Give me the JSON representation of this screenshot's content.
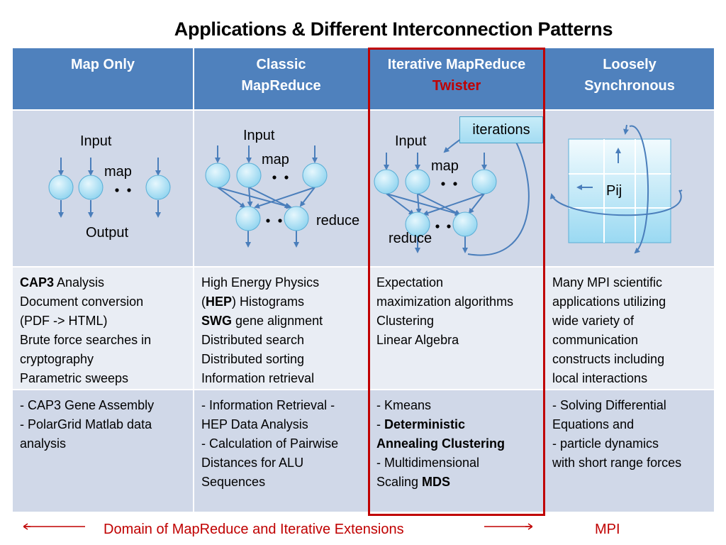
{
  "title": "Applications & Different Interconnection Patterns",
  "columns": [
    {
      "header_line1": "Map Only",
      "header_line2": "",
      "header_red": ""
    },
    {
      "header_line1": "Classic",
      "header_line2": "MapReduce",
      "header_red": ""
    },
    {
      "header_line1": "Iterative MapReduce",
      "header_line2": "",
      "header_red": "Twister"
    },
    {
      "header_line1": "Loosely",
      "header_line2": "Synchronous",
      "header_red": ""
    }
  ],
  "diagrams": {
    "map_only": {
      "input": "Input",
      "map": "map",
      "output": "Output"
    },
    "classic": {
      "input": "Input",
      "map": "map",
      "reduce": "reduce"
    },
    "iterative": {
      "input": "Input",
      "map": "map",
      "reduce": "reduce",
      "iterations": "iterations"
    },
    "loosely": {
      "pij": "Pij"
    }
  },
  "applications": [
    [
      {
        "bold": "CAP3",
        "rest": " Analysis"
      },
      {
        "bold": "",
        "rest": "Document conversion"
      },
      {
        "bold": "",
        "rest": "(PDF -> HTML)"
      },
      {
        "bold": "",
        "rest": "Brute force searches in"
      },
      {
        "bold": "",
        "rest": "cryptography"
      },
      {
        "bold": "",
        "rest": "Parametric sweeps"
      }
    ],
    [
      {
        "bold": "",
        "rest": "High Energy Physics"
      },
      {
        "pre": "(",
        "bold": "HEP",
        "rest": ") Histograms"
      },
      {
        "bold": "SWG",
        "rest": " gene alignment"
      },
      {
        "bold": "",
        "rest": "Distributed search"
      },
      {
        "bold": "",
        "rest": "Distributed sorting"
      },
      {
        "bold": "",
        "rest": "Information retrieval"
      }
    ],
    [
      {
        "bold": "",
        "rest": "Expectation"
      },
      {
        "bold": "",
        "rest": "maximization algorithms"
      },
      {
        "bold": "",
        "rest": "Clustering"
      },
      {
        "bold": "",
        "rest": "Linear Algebra"
      }
    ],
    [
      {
        "bold": "",
        "rest": "Many MPI scientific"
      },
      {
        "bold": "",
        "rest": "applications utilizing"
      },
      {
        "bold": "",
        "rest": "wide variety of"
      },
      {
        "bold": "",
        "rest": "communication"
      },
      {
        "bold": "",
        "rest": "constructs including"
      },
      {
        "bold": "",
        "rest": "local interactions"
      }
    ]
  ],
  "examples": [
    [
      {
        "bold": "",
        "rest": "- CAP3 Gene Assembly"
      },
      {
        "bold": "",
        "rest": "- PolarGrid Matlab data"
      },
      {
        "bold": "",
        "rest": "analysis"
      }
    ],
    [
      {
        "bold": "",
        "rest": "- Information Retrieval -"
      },
      {
        "bold": "",
        "rest": "HEP Data Analysis"
      },
      {
        "bold": "",
        "rest": "- Calculation of Pairwise"
      },
      {
        "bold": "",
        "rest": "Distances for ALU"
      },
      {
        "bold": "",
        "rest": "Sequences"
      }
    ],
    [
      {
        "bold": "",
        "rest": "- Kmeans"
      },
      {
        "pre": "- ",
        "bold": "Deterministic",
        "rest": ""
      },
      {
        "bold": "Annealing  Clustering",
        "rest": ""
      },
      {
        "pre": "- ",
        "bold": "",
        "rest": "Multidimensional"
      },
      {
        "bold": "",
        "rest": "Scaling ",
        "post_bold": "MDS"
      }
    ],
    [
      {
        "bold": "",
        "rest": "- Solving Differential"
      },
      {
        "bold": "",
        "rest": "Equations and"
      },
      {
        "bold": "",
        "rest": "- particle dynamics"
      },
      {
        "bold": "",
        "rest": "with short range forces"
      }
    ]
  ],
  "footer": {
    "domain_text": "Domain of MapReduce and Iterative Extensions",
    "mpi_text": "MPI"
  },
  "colors": {
    "header": "#4f81bd",
    "accent_red": "#c00000",
    "row_light": "#e9edf4",
    "row_dark": "#d0d8e8",
    "node": "#a8ddf3",
    "arrow": "#4a7ebb"
  }
}
